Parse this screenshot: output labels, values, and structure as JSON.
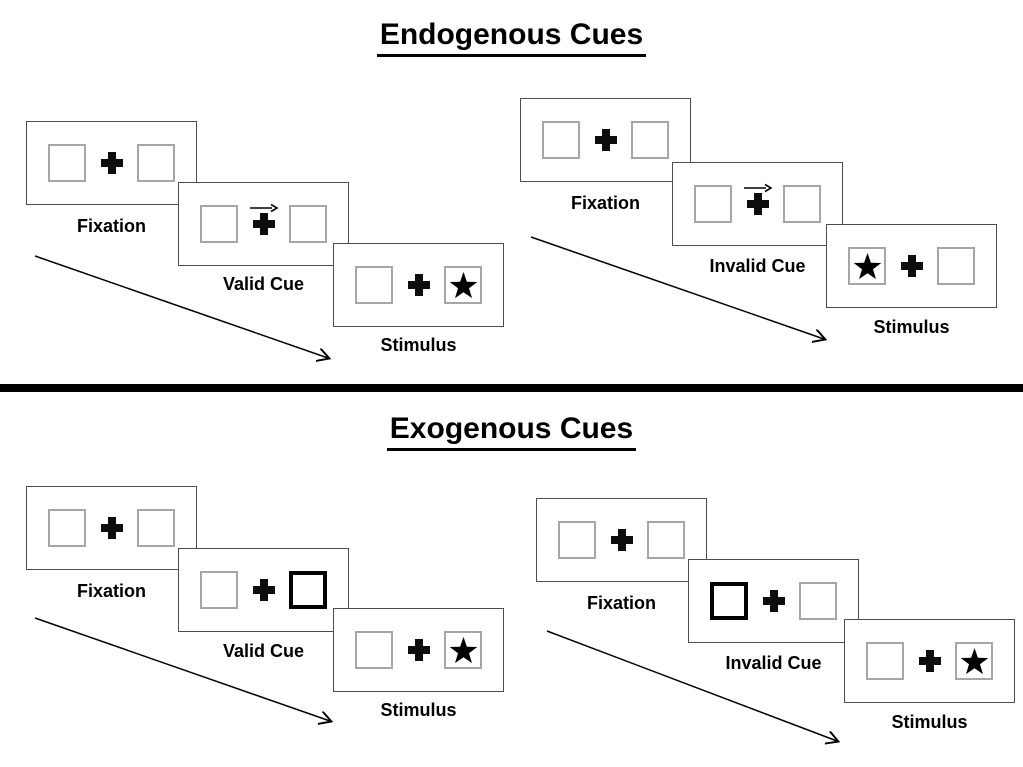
{
  "colors": {
    "background": "#ffffff",
    "ink": "#000000",
    "panel_border": "#4d4d4d",
    "square_border": "#a6a6a6",
    "thick_cue_border": "#000000"
  },
  "symbols": {
    "fixation_cross": "+",
    "stimulus_star": "★",
    "cue_arrow_direction": "right"
  },
  "sections": [
    {
      "title": "Endogenous Cues",
      "groups": [
        {
          "name": "endogenous-valid-trial",
          "panels": [
            {
              "label": "Fixation",
              "left": "plain",
              "right": "plain",
              "cue_arrow": false
            },
            {
              "label": "Valid Cue",
              "left": "plain",
              "right": "plain",
              "cue_arrow": true
            },
            {
              "label": "Stimulus",
              "left": "plain",
              "right": "star",
              "cue_arrow": false
            }
          ]
        },
        {
          "name": "endogenous-invalid-trial",
          "panels": [
            {
              "label": "Fixation",
              "left": "plain",
              "right": "plain",
              "cue_arrow": false
            },
            {
              "label": "Invalid Cue",
              "left": "plain",
              "right": "plain",
              "cue_arrow": true
            },
            {
              "label": "Stimulus",
              "left": "star",
              "right": "plain",
              "cue_arrow": false
            }
          ]
        }
      ]
    },
    {
      "title": "Exogenous Cues",
      "groups": [
        {
          "name": "exogenous-valid-trial",
          "panels": [
            {
              "label": "Fixation",
              "left": "plain",
              "right": "plain",
              "cue_arrow": false
            },
            {
              "label": "Valid Cue",
              "left": "plain",
              "right": "thick",
              "cue_arrow": false
            },
            {
              "label": "Stimulus",
              "left": "plain",
              "right": "star",
              "cue_arrow": false
            }
          ]
        },
        {
          "name": "exogenous-invalid-trial",
          "panels": [
            {
              "label": "Fixation",
              "left": "plain",
              "right": "plain",
              "cue_arrow": false
            },
            {
              "label": "Invalid Cue",
              "left": "thick",
              "right": "plain",
              "cue_arrow": false
            },
            {
              "label": "Stimulus",
              "left": "plain",
              "right": "star",
              "cue_arrow": false
            }
          ]
        }
      ]
    }
  ]
}
